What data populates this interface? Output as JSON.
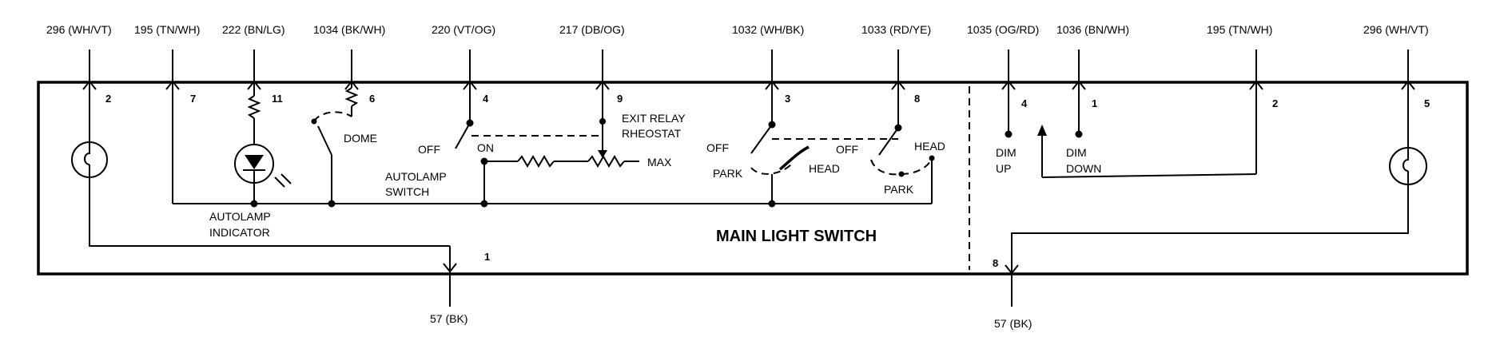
{
  "title": "MAIN LIGHT SWITCH",
  "wires_top": [
    {
      "id": "w296a",
      "text": "296 (WH/VT)"
    },
    {
      "id": "w195a",
      "text": "195 (TN/WH)"
    },
    {
      "id": "w222",
      "text": "222 (BN/LG)"
    },
    {
      "id": "w1034",
      "text": "1034 (BK/WH)"
    },
    {
      "id": "w220",
      "text": "220 (VT/OG)"
    },
    {
      "id": "w217",
      "text": "217 (DB/OG)"
    },
    {
      "id": "w1032",
      "text": "1032 (WH/BK)"
    },
    {
      "id": "w1033",
      "text": "1033 (RD/YE)"
    },
    {
      "id": "w1035",
      "text": "1035 (OG/RD)"
    },
    {
      "id": "w1036",
      "text": "1036 (BN/WH)"
    },
    {
      "id": "w195b",
      "text": "195 (TN/WH)"
    },
    {
      "id": "w296b",
      "text": "296 (WH/VT)"
    }
  ],
  "wires_bottom": [
    {
      "id": "g1",
      "text": "57 (BK)"
    },
    {
      "id": "g2",
      "text": "57 (BK)"
    }
  ],
  "pins": [
    "2",
    "7",
    "11",
    "6",
    "4",
    "9",
    "3",
    "8",
    "4",
    "1",
    "2",
    "5",
    "1",
    "8"
  ],
  "labels": {
    "dome": "DOME",
    "exit_relay": "EXIT RELAY",
    "rheostat": "RHEOSTAT",
    "autolamp_off": "OFF",
    "autolamp_on": "ON",
    "max": "MAX",
    "autolamp_switch_1": "AUTOLAMP",
    "autolamp_switch_2": "SWITCH",
    "autolamp_indicator_1": "AUTOLAMP",
    "autolamp_indicator_2": "INDICATOR",
    "sw3_off": "OFF",
    "sw3_park": "PARK",
    "sw3_head": "HEAD",
    "sw8_off": "OFF",
    "sw8_head": "HEAD",
    "sw8_park": "PARK",
    "dim_up_1": "DIM",
    "dim_up_2": "UP",
    "dim_down_1": "DIM",
    "dim_down_2": "DOWN"
  }
}
